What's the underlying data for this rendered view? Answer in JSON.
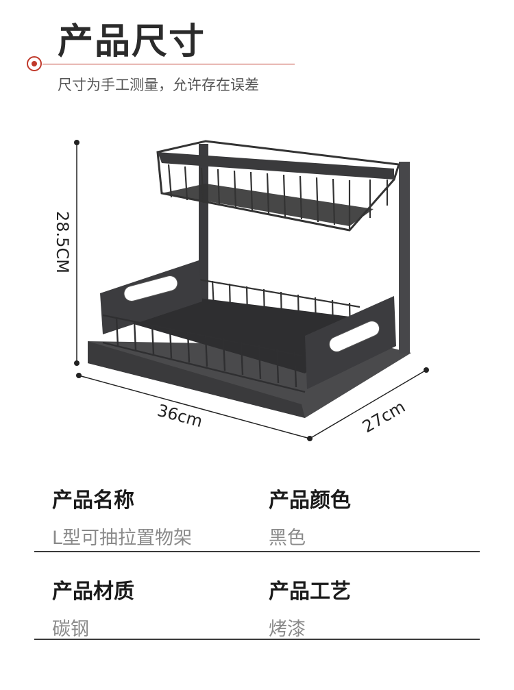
{
  "header": {
    "title": "产品尺寸",
    "subtitle": "尺寸为手工测量，允许存在误差",
    "accent_color": "#c0392b"
  },
  "dimensions": {
    "height": "28.5CM",
    "width": "36cm",
    "depth": "27cm"
  },
  "product_image": {
    "icon": "two-tier-pull-out-rack",
    "color": "#3a3a3c"
  },
  "specs": [
    {
      "label": "产品名称",
      "value": "L型可抽拉置物架"
    },
    {
      "label": "产品颜色",
      "value": "黑色"
    },
    {
      "label": "产品材质",
      "value": "碳钢"
    },
    {
      "label": "产品工艺",
      "value": "烤漆"
    }
  ]
}
